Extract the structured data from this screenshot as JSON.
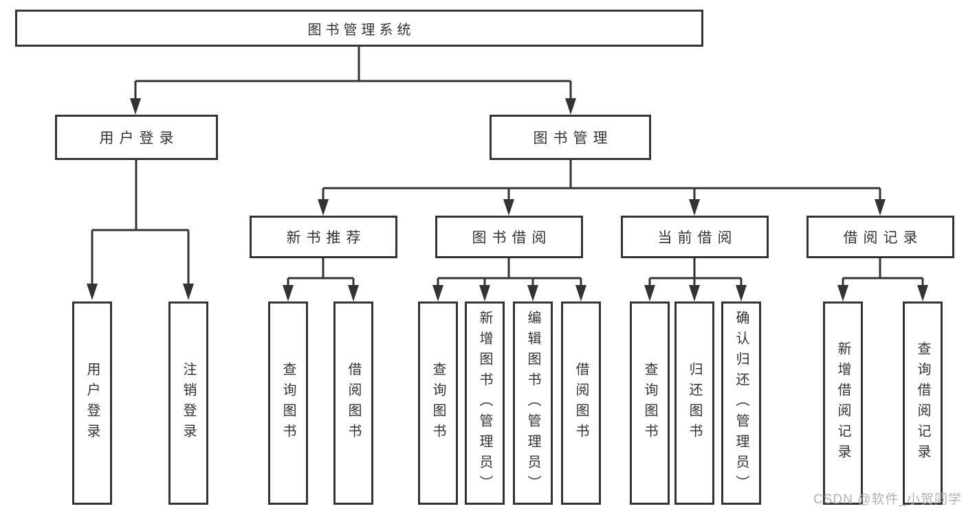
{
  "tree": {
    "label": "图书管理系统",
    "children": [
      {
        "label": "用户登录",
        "children": [
          {
            "label": "用户登录"
          },
          {
            "label": "注销登录"
          }
        ]
      },
      {
        "label": "图书管理",
        "children": [
          {
            "label": "新书推荐",
            "children": [
              {
                "label": "查询图书"
              },
              {
                "label": "借阅图书"
              }
            ]
          },
          {
            "label": "图书借阅",
            "children": [
              {
                "label": "查询图书"
              },
              {
                "label": "新增图书（管理员）"
              },
              {
                "label": "编辑图书（管理员）"
              },
              {
                "label": "借阅图书"
              }
            ]
          },
          {
            "label": "当前借阅",
            "children": [
              {
                "label": "查询图书"
              },
              {
                "label": "归还图书"
              },
              {
                "label": "确认归还（管理员）"
              }
            ]
          },
          {
            "label": "借阅记录",
            "children": [
              {
                "label": "新增借阅记录"
              },
              {
                "label": "查询借阅记录"
              }
            ]
          }
        ]
      }
    ]
  },
  "watermark": "CSDN @软件_小贺同学",
  "colors": {
    "line": "#333333",
    "text": "#333333",
    "watermark": "#b0b0b0",
    "background": "#ffffff"
  }
}
